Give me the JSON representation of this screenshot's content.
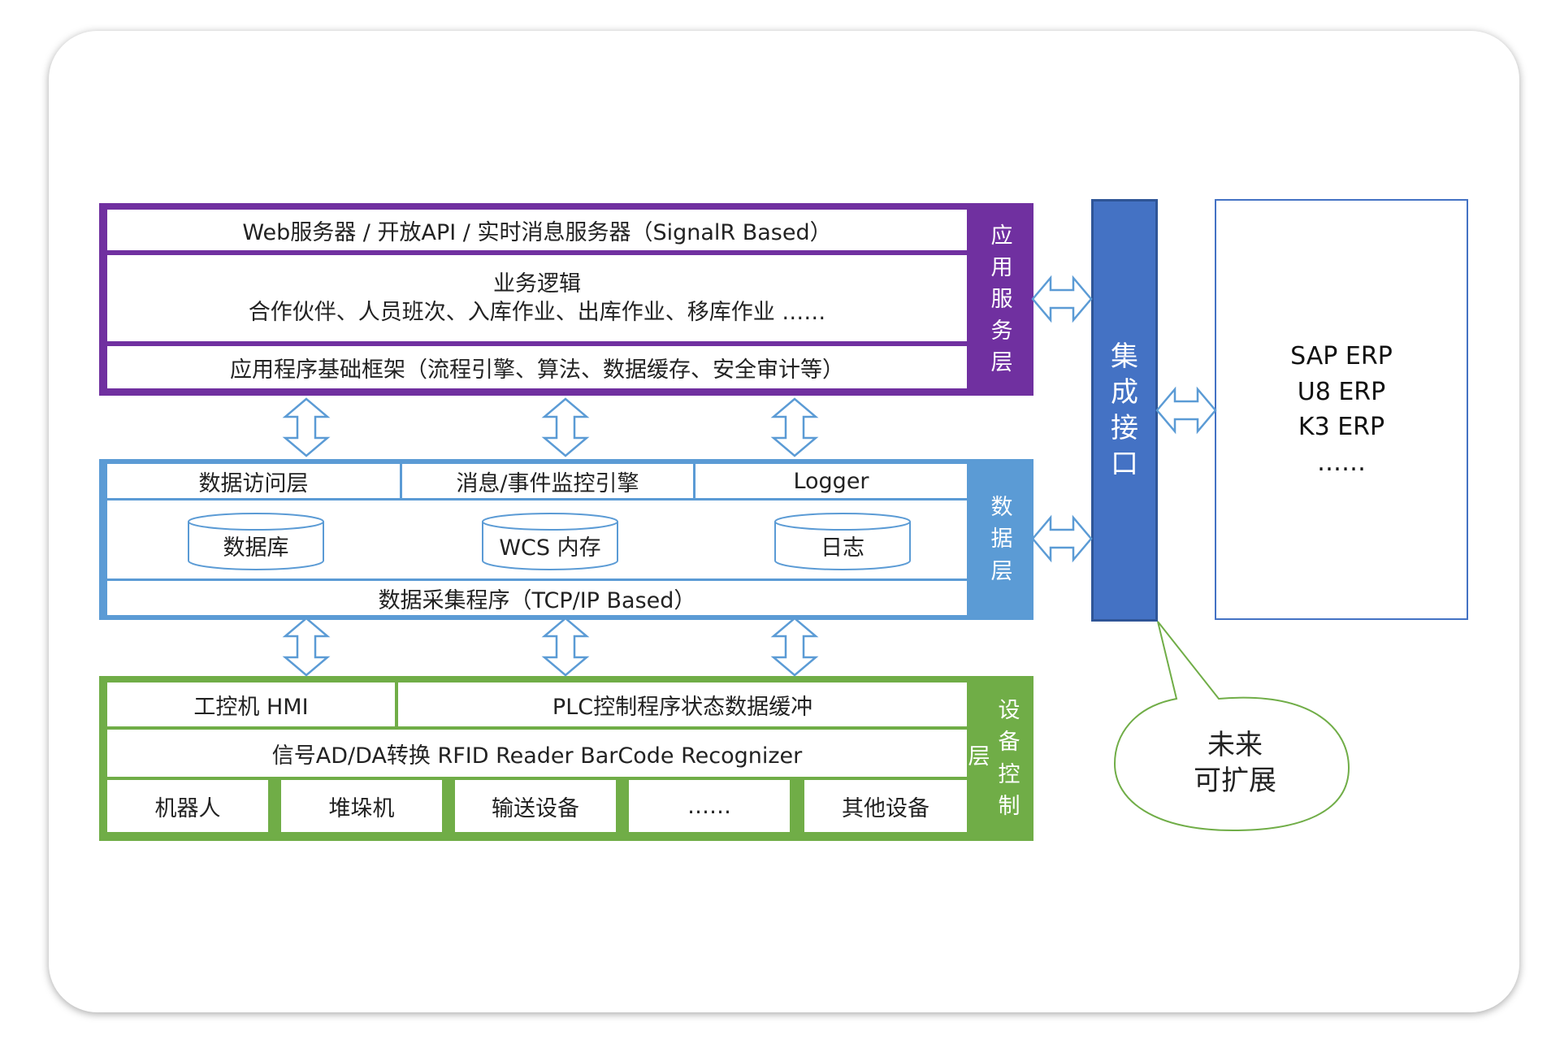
{
  "app_layer": {
    "label": [
      "应",
      "用",
      "服",
      "务",
      "层"
    ],
    "web_row": "Web服务器 / 开放API / 实时消息服务器（SignalR Based）",
    "business_title": "业务逻辑",
    "business_items": "合作伙伴、人员班次、入库作业、出库作业、移库作业 ……",
    "framework_row": "应用程序基础框架（流程引擎、算法、数据缓存、安全审计等）"
  },
  "data_layer": {
    "label": [
      "数",
      "据",
      "层"
    ],
    "cols": [
      "数据访问层",
      "消息/事件监控引擎",
      "Logger"
    ],
    "stores": [
      "数据库",
      "WCS 内存",
      "日志"
    ],
    "collector": "数据采集程序（TCP/IP Based）"
  },
  "device_layer": {
    "label_side": "层",
    "label": [
      "设",
      "备",
      "控",
      "制"
    ],
    "hmi": "工控机 HMI",
    "plc": "PLC控制程序状态数据缓冲",
    "signal_row": "信号AD/DA转换  RFID Reader  BarCode Recognizer",
    "devices": [
      "机器人",
      "堆垛机",
      "输送设备",
      "……",
      "其他设备"
    ]
  },
  "integration": {
    "label": [
      "集",
      "成",
      "接",
      "口"
    ]
  },
  "erp": {
    "lines": [
      "SAP ERP",
      "U8 ERP",
      "K3 ERP",
      "……"
    ]
  },
  "callout": {
    "lines": [
      "未来",
      "可扩展"
    ]
  },
  "colors": {
    "app": "#7030a0",
    "data": "#5b9bd5",
    "device": "#70ad47",
    "integration": "#4472c4",
    "arrow_stroke": "#5b9bd5",
    "callout_stroke": "#70ad47"
  }
}
